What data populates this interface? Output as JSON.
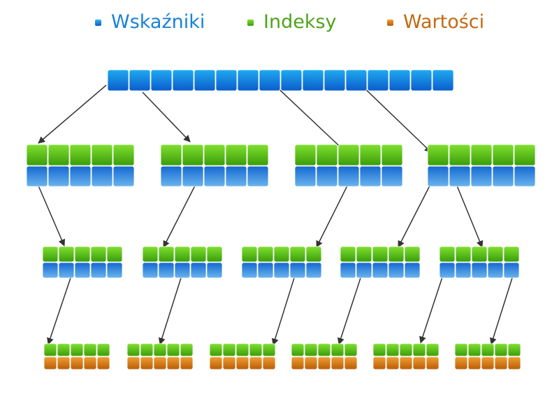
{
  "legend": {
    "pointers": {
      "label": "Wskaźniki",
      "color": "#1a82d8"
    },
    "indexes": {
      "label": "Indeksy",
      "color": "#4ea41a"
    },
    "values": {
      "label": "Wartości",
      "color": "#c26a12"
    }
  },
  "colors": {
    "blue_top": "#20aaf0",
    "blue_bottom": "#0a5ccc",
    "green_top": "#80e030",
    "green_bottom": "#3a9c0a",
    "orange_top": "#f0a030",
    "orange_bottom": "#b85c08",
    "arrow": "#333333"
  }
}
